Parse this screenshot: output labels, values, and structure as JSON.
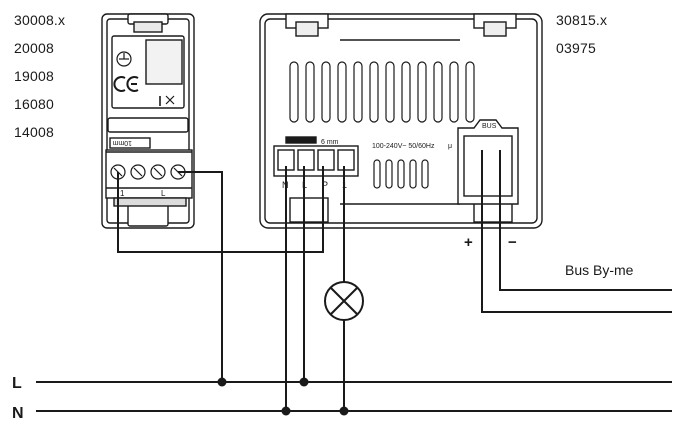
{
  "left_device_codes": [
    "30008.x",
    "20008",
    "19008",
    "16080",
    "14008"
  ],
  "right_device_codes": [
    "30815.x",
    "03975"
  ],
  "left_device": {
    "strip_label": "10mm",
    "terminal_1": "1",
    "terminal_L": "L"
  },
  "right_device": {
    "strip_label": "6 mm",
    "rating": "100-240V~ 50/60Hz",
    "rating_symbol": "μ",
    "terminals": [
      "N",
      "L",
      "P",
      "1"
    ],
    "bus_label": "BUS",
    "plus": "+",
    "minus": "−"
  },
  "bus_caption": "Bus By-me",
  "lines": {
    "L": "L",
    "N": "N"
  }
}
